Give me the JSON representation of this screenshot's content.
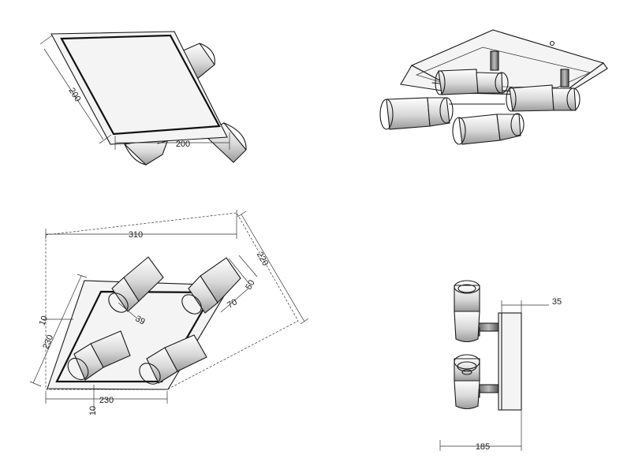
{
  "views": {
    "top": {
      "dim_depth": "200",
      "dim_width": "200"
    },
    "front": {
      "dim_width": "310",
      "dim_depth": "220",
      "dim_spot_height": "50",
      "dim_spot_length": "70",
      "dim_spot_diameter": "39",
      "dim_plate_side": "230",
      "dim_plate_offset_side": "10",
      "dim_plate_bottom": "230",
      "dim_plate_offset_bottom": "10"
    },
    "side": {
      "dim_plate_thickness": "35",
      "dim_total_height": "185"
    }
  }
}
